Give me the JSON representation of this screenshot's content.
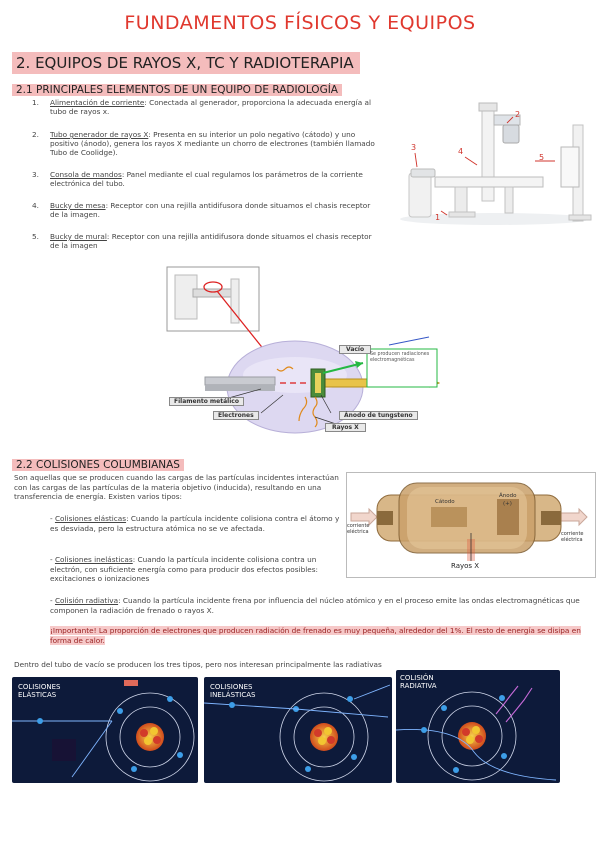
{
  "title": "FUNDAMENTOS FÍSICOS Y EQUIPOS",
  "section": "2. EQUIPOS DE RAYOS X, TC Y RADIOTERAPIA",
  "sub1": "2.1 PRINCIPALES ELEMENTOS DE UN EQUIPO DE RADIOLOGÍA",
  "items": [
    {
      "num": "1.",
      "term": "Alimentación de corriente",
      "text": ": Conectada al generador, proporciona la adecuada energía al tubo de rayos x."
    },
    {
      "num": "2.",
      "term": "Tubo generador de rayos X",
      "text": ": Presenta en su interior un polo negativo (cátodo) y uno positivo (ánodo), genera los rayos X mediante un chorro de electrones (también llamado Tubo de Coolidge)."
    },
    {
      "num": "3.",
      "term": "Consola de mandos",
      "text": ": Panel mediante el cual regulamos los parámetros de la corriente electrónica del tubo."
    },
    {
      "num": "4.",
      "term": "Bucky de mesa",
      "text": ": Receptor con una rejilla antidifusora donde situamos el chasis receptor de la imagen."
    },
    {
      "num": "5.",
      "term": "Bucky de mural",
      "text": ": Receptor con una rejilla antidifusora donde situamos el chasis receptor de la imagen"
    }
  ],
  "equipment_labels": [
    "1",
    "2",
    "3",
    "4",
    "5"
  ],
  "tube_diagram": {
    "vacio": "Vacío",
    "filamento": "Filamento metálico",
    "electrones": "Electrones",
    "anodo": "Ánodo de tungsteno",
    "rayos": "Rayos X",
    "note": "Se producen radiaciones electromagnéticas"
  },
  "sub2": "2.2 COLISIONES COLUMBIANAS",
  "intro": "Son aquellas que se producen cuando las cargas de las partículas incidentes interactúan con las cargas de las partículas de la materia objetivo (inducida), resultando en una transferencia de energía. Existen varios tipos:",
  "colisiones": [
    {
      "term": "Colisiones elásticas",
      "text": ": Cuando la partícula incidente colisiona contra el átomo y es desviada, pero la estructura atómica no se ve afectada."
    },
    {
      "term": "Colisiones inelásticas",
      "text": ": Cuando la partícula incidente colisiona contra un electrón, con suficiente energía como para producir dos efectos posibles: excitaciones o ionizaciones"
    },
    {
      "term": "Colisión radiativa",
      "text": ": Cuando la partícula incidente frena por influencia del núcleo atómico y en el proceso emite las ondas electromagnéticas que componen la radiación de frenado o rayos X."
    }
  ],
  "important": "¡Importante! La proporción de electrones que producen radiación de frenado es muy pequeña, alrededor del 1%. El resto de energía se disipa en forma de calor.",
  "footer_line": "Dentro del tubo de vacío se producen los tres tipos, pero nos interesan principalmente las radiativas",
  "tube_photo": {
    "corriente_left": "corriente eléctrica",
    "corriente_right": "corriente eléctrica",
    "catodo": "Cátodo",
    "anodo": "Ánodo",
    "anodo_sign": "(+)",
    "rayos": "Rayos X"
  },
  "panels": [
    {
      "label": "COLISIONES ELÁSTICAS"
    },
    {
      "label": "COLISIONES INELÁSTICAS"
    },
    {
      "label": "COLISIÓN RADIATIVA"
    }
  ]
}
